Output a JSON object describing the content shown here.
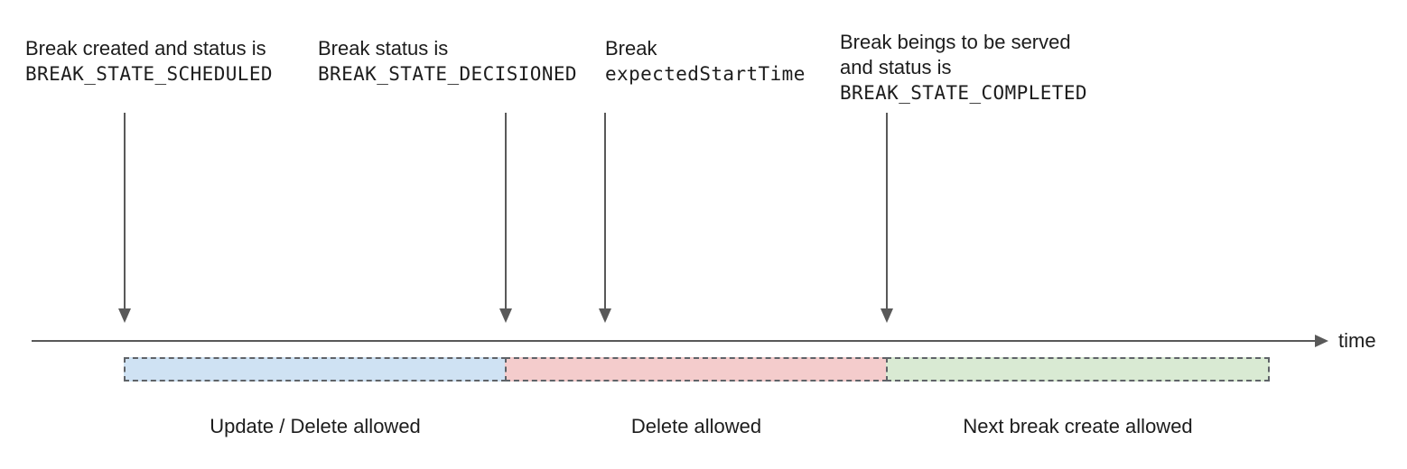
{
  "annotations": [
    {
      "text": "Break created and status is",
      "code": "BREAK_STATE_SCHEDULED"
    },
    {
      "text": "Break status is",
      "code": "BREAK_STATE_DECISIONED"
    },
    {
      "text": "Break",
      "code": "expectedStartTime"
    },
    {
      "text": "Break beings to be served",
      "text2": "and status is",
      "code": "BREAK_STATE_COMPLETED"
    }
  ],
  "timeline": {
    "axis_label": "time"
  },
  "segments": [
    {
      "label": "Update / Delete allowed",
      "fill": "#cfe2f3"
    },
    {
      "label": "Delete allowed",
      "fill": "#f4cccc"
    },
    {
      "label": "Next break create allowed",
      "fill": "#d9ead3"
    }
  ],
  "colors": {
    "stroke": "#595959",
    "text": "#1c1c1c"
  }
}
